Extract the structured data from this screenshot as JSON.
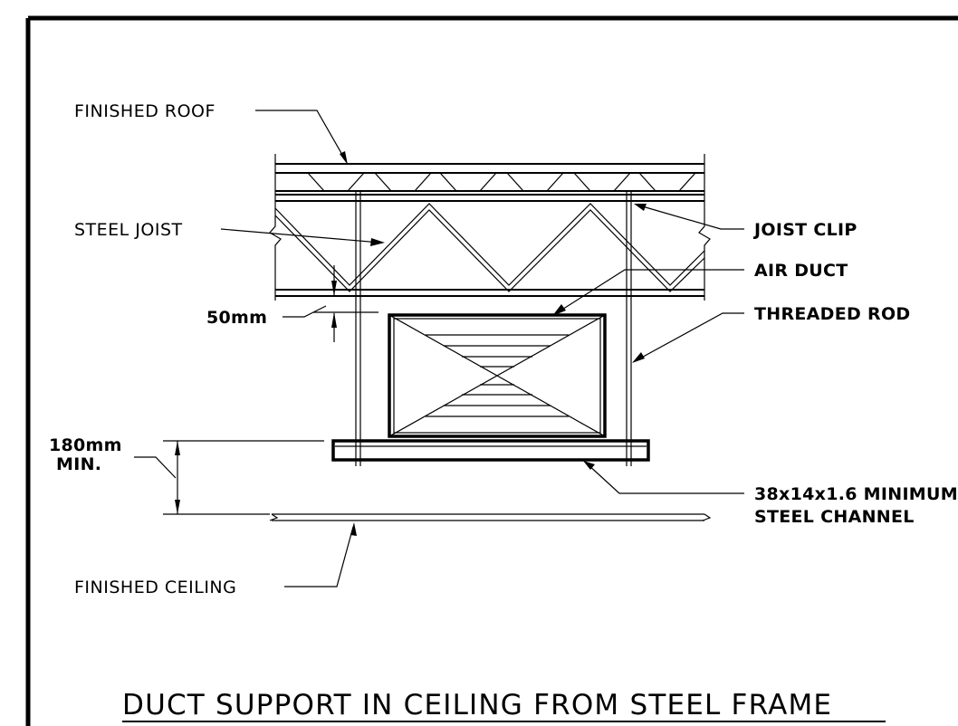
{
  "labels": {
    "finished_roof": "FINISHED ROOF",
    "steel_joist": "STEEL JOIST",
    "joist_clip": "JOIST CLIP",
    "air_duct": "AIR DUCT",
    "threaded_rod": "THREADED ROD",
    "clearance_50": "50mm",
    "clearance_180": "180mm",
    "clearance_180_min": "MIN.",
    "steel_channel_line1": "38x14x1.6 MINIMUM",
    "steel_channel_line2": "STEEL CHANNEL",
    "finished_ceiling": "FINISHED CEILING"
  },
  "title": "DUCT SUPPORT IN CEILING FROM STEEL FRAME",
  "colors": {
    "line": "#000000",
    "background": "#ffffff"
  }
}
